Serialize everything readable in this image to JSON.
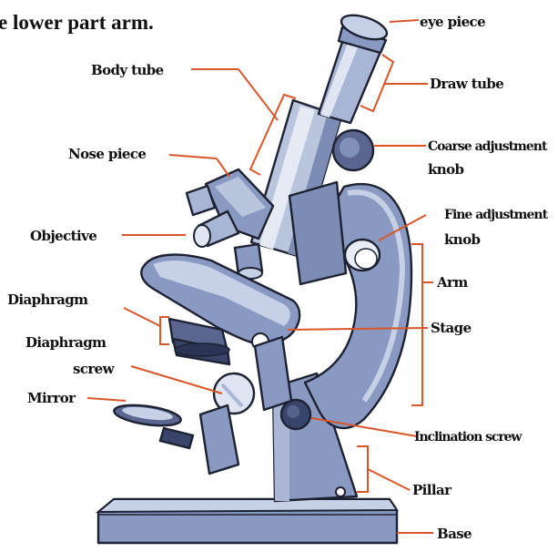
{
  "heading": "e lower part arm.",
  "colors": {
    "metal_light": "#b9c4dd",
    "metal_mid": "#8a99c1",
    "metal_dark": "#4e5a82",
    "outline": "#1d2233",
    "leader": "#d9562a"
  },
  "labels": {
    "eye_piece": "eye piece",
    "draw_tube": "Draw tube",
    "body_tube": "Body tube",
    "coarse_knob_1": "Coarse adjustment",
    "coarse_knob_2": "knob",
    "nose_piece": "Nose piece",
    "fine_knob_1": "Fine adjustment",
    "fine_knob_2": "knob",
    "objective": "Objective",
    "arm": "Arm",
    "diaphragm": "Diaphragm",
    "stage": "Stage",
    "diaphragm_screw_1": "Diaphragm",
    "diaphragm_screw_2": "screw",
    "mirror": "Mirror",
    "inclination_screw": "Inclination screw",
    "pillar": "Pillar",
    "base": "Base"
  }
}
